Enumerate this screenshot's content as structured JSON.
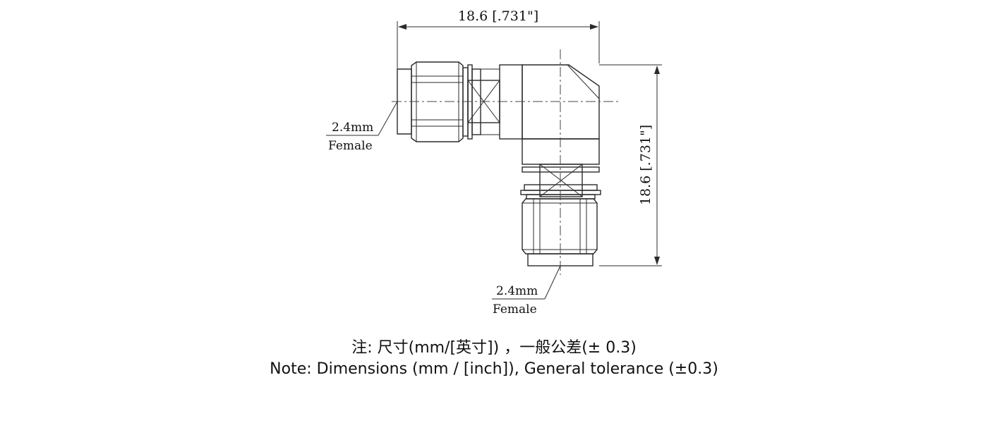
{
  "dimensions": {
    "width": "18.6 [.731\"]",
    "height": "18.6 [.731\"]"
  },
  "callouts": {
    "left": {
      "size": "2.4mm",
      "gender": "Female"
    },
    "bottom": {
      "size": "2.4mm",
      "gender": "Female"
    }
  },
  "notes": {
    "chinese": "注: 尺寸(mm/[英寸]) ，一般公差(± 0.3)",
    "english": "Note: Dimensions (mm / [inch]), General tolerance (±0.3)"
  }
}
